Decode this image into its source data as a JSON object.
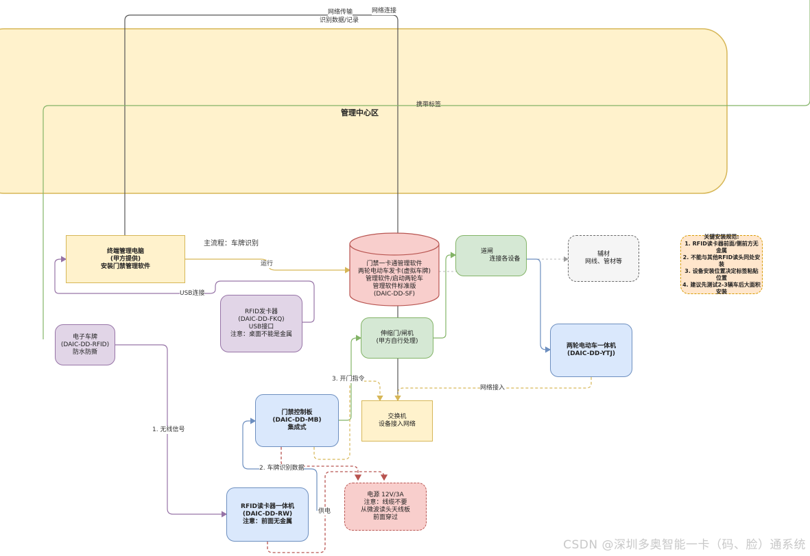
{
  "zone": {
    "title": "管理中心区"
  },
  "nodes": {
    "pc": {
      "lines": [
        "终端管理电脑",
        "(甲方提供)",
        "安装门禁管理软件"
      ]
    },
    "software": {
      "lines": [
        "门禁一卡通管理软件",
        "两轮电动车发卡(虚拟车牌)",
        "管理软件/启动两轮车",
        "管理软件标准版",
        "(DAIC-DD-SF)"
      ]
    },
    "gate": {
      "lines": [
        "道闸",
        "连接各设备"
      ]
    },
    "accessory": {
      "lines": [
        "辅材",
        "网线、管材等"
      ]
    },
    "notes": {
      "lines": [
        "关键安装规范:",
        "1. RFID读卡器前面/侧前方无金属",
        "2. 不能与其他RFID读头同处安装",
        "3. 设备安装位置决定标签粘贴位置",
        "4. 建议先测试2-3辆车后大面积安装"
      ]
    },
    "issuer": {
      "lines": [
        "RFID发卡器",
        "(DAIC-DD-FKQ)",
        "USB接口",
        "注意：桌面不能是金属"
      ]
    },
    "barrier": {
      "lines": [
        "伸缩门/闸机",
        "(甲方自行处理)"
      ]
    },
    "tag": {
      "lines": [
        "电子车牌",
        "(DAIC-DD-RFID)",
        "防水防撕"
      ]
    },
    "allinone": {
      "lines": [
        "两轮电动车一体机",
        "(DAIC-DD-YTJ)"
      ]
    },
    "controller": {
      "lines": [
        "门禁控制板",
        "(DAIC-DD-MB)",
        "集成式"
      ]
    },
    "switch": {
      "lines": [
        "交换机",
        "设备接入网络"
      ]
    },
    "reader": {
      "lines": [
        "RFID读卡器一体机",
        "(DAIC-DD-RW)",
        "注意：前面无金属"
      ]
    },
    "power": {
      "lines": [
        "电源 12V/3A",
        "注意：线缆不要",
        "从微波读头天线板",
        "前面穿过"
      ]
    }
  },
  "labels": {
    "net_transfer": "网络传输",
    "record": "识别数据/记录",
    "net_connect": "网络连接",
    "carry_tag": "携带标签",
    "main_flow": "主流程：车牌识别",
    "run": "运行",
    "usb": "USB连接",
    "open_cmd": "3. 开门指令",
    "net_access": "网络接入",
    "wireless": "1. 无线信号",
    "plate_data": "2. 车牌识别数据",
    "power_supply": "供电"
  },
  "colors": {
    "zone_fill": "#fff2cc",
    "zone_border": "#d6b656",
    "green_fill": "#d5e8d4",
    "green_border": "#82b366",
    "purple_fill": "#e1d5e7",
    "purple_border": "#9673a6",
    "blue_fill": "#dae8fc",
    "blue_border": "#6c8ebf",
    "red_fill": "#f8cecc",
    "red_border": "#b85450",
    "orange_fill": "#ffe6cc",
    "orange_border": "#d79b00",
    "gray_fill": "#f5f5f5",
    "gray_border": "#666666"
  },
  "watermark": "CSDN @深圳多奥智能一卡（码、脸）通系统"
}
